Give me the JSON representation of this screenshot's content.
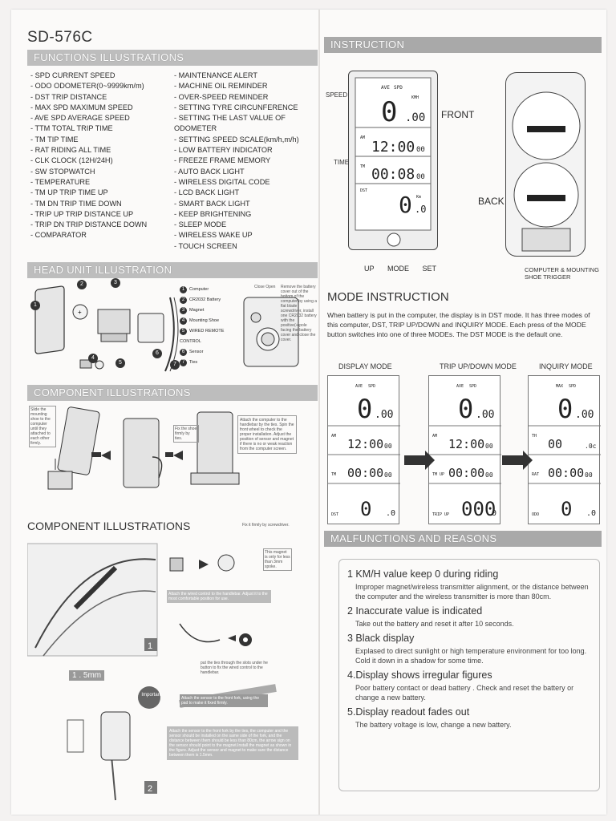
{
  "left": {
    "model": "SD-576C",
    "functions_header": "FUNCTIONS ILLUSTRATIONS",
    "functions_col1": [
      "- SPD    CURRENT SPEED",
      "- ODO   ODOMETER(0~9999km/m)",
      "- DST    TRIP DISTANCE",
      "- MAX SPD   MAXIMUM SPEED",
      "- AVE SPD   AVERAGE SPEED",
      "- TTM   TOTAL TRIP TIME",
      "- TM     TIP TIME",
      "- RAT    RIDING ALL TIME",
      "- CLK    CLOCK (12H/24H)",
      "- SW    STOPWATCH",
      "- TEMPERATURE",
      "- TM UP   TRIP TIME UP",
      "- TM DN   TRIP TIME DOWN",
      "- TRIP UP   TRIP DISTANCE UP",
      "- TRIP DN   TRIP DISTANCE DOWN",
      "-         COMPARATOR"
    ],
    "functions_col2": [
      "- MAINTENANCE ALERT",
      "- MACHINE OIL REMINDER",
      "- OVER-SPEED REMINDER",
      "- SETTING TYRE CIRCUNFERENCE",
      "- SETTING THE LAST VALUE OF ODOMETER",
      "- SETTING SPEED SCALE(km/h,m/h)",
      "- LOW BATTERY INDICATOR",
      "- FREEZE FRAME MEMORY",
      "- AUTO BACK LIGHT",
      "- WIRELESS DIGITAL CODE",
      "- LCD BACK LIGHT",
      "- SMART BACK LIGHT",
      "- KEEP BRIGHTENING",
      "- SLEEP MODE",
      "- WIRELESS WAKE UP",
      "- TOUCH SCREEN"
    ],
    "head_unit_header": "HEAD UNIT ILLUSTRATION",
    "parts": [
      "Computer",
      "CR2032 Battery",
      "Magnet",
      "Mounting Shoe",
      "WIRED REMOTE CONTROL",
      "Sensor",
      "Ties"
    ],
    "battery_note": "Remove the battery cover out of the bottom of the computer by using a flat blade screwdriver, install one CR2032 battery with the positive(+)pole facing the battery cover and close the cover.",
    "battery_labels": [
      "Close",
      "Open"
    ],
    "component_header_1": "COMPONENT ILLUSTRATIONS",
    "slide_note": "Slide the mounting shoe to the computer until they attached to each other firmly.",
    "fix_ties_note": "Fix the shoe firmly by ties.",
    "attach_note": "Attach the computer to the handlebar by the ties. Spin the front wheel to check the proper installation. Adjust the position of sensor and magnet if there is no or weak reaction from the computer screen.",
    "component_header_2": "COMPONENT ILLUSTRATIONS",
    "screwdriver_note": "Fix it firmly by screwdriver.",
    "magnet_note": "This magnet is only for less than 3mm spoke.",
    "remote_note": "Attach the wired control to the handlebar. Adjust it to the most comfortable position for use.",
    "ties_note": "put the ties through the slots under he button to fix the wired control to the handlebar.",
    "sensor_note": "Attach the sensor to the front fork, using the pad to make it fixed firmly.",
    "fork_note": "Attach the sensor to the front fork by the ties, the computer and the sensor should be installed on the same side of the fork, and the distance between them should be less than 80cm, the arrow sign on the sensor should point to the magnet.Install the magnet as shown in the figure. Adjust the sensor and magnet to make sure the distance between them is 1.5mm.",
    "important_label": "Important",
    "distance_label": "1 . 5mm",
    "step_1": "1",
    "step_2": "2",
    "numbers": [
      "1",
      "2",
      "3",
      "4",
      "5",
      "6",
      "7"
    ]
  },
  "right": {
    "instruction_header": "INSTRUCTION",
    "front_label": "FRONT",
    "back_label": "BACK",
    "speed_label": "SPEED",
    "time_label": "TIME",
    "button_labels": [
      "UP",
      "MODE",
      "SET"
    ],
    "mount_caption": "COMPUTER & MOUNTING SHOE TRIGGER",
    "lcd": {
      "ave": "AVE",
      "spd": "SPD",
      "kmh": "KMH",
      "am": "AM",
      "tm": "TM",
      "dst": "DST",
      "km": "Km",
      "speed": "0",
      "speed_dec": ".00",
      "clock": "12:00",
      "clock_sec": "00",
      "tm_val": "00:08",
      "tm_sec": "00",
      "dst_val": "0",
      "dst_dec": ".0"
    },
    "mode_title": "MODE INSTRUCTION",
    "mode_text": "When battery is put in the computer, the display is in DST mode. It has three modes of this computer, DST, TRIP UP/DOWN and INQUIRY MODE. Each press of the MODE button switches into one of three MODEs. The DST MODE is the default one.",
    "modes": [
      {
        "label": "DISPLAY MODE",
        "tag1": "AVE",
        "tag2": "SPD",
        "speed": "0",
        "speed_dec": ".00",
        "row2_tag": "AM",
        "row2": "12:00",
        "row2s": "00",
        "row3_tag": "TM",
        "row3": "00:00",
        "row3s": "00",
        "row4_tag": "DST",
        "row4": "0",
        "row4d": ".0"
      },
      {
        "label": "TRIP UP/DOWN  MODE",
        "tag1": "AVE",
        "tag2": "SPD",
        "speed": "0",
        "speed_dec": ".00",
        "row2_tag": "AM",
        "row2": "12:00",
        "row2s": "00",
        "row3_tag": "TM UP",
        "row3": "00:00",
        "row3s": "00",
        "row4_tag": "TRIP UP",
        "row4": "000",
        "row4d": ".0"
      },
      {
        "label": "INQUIRY MODE",
        "tag1": "MAX",
        "tag2": "SPD",
        "speed": "0",
        "speed_dec": ".00",
        "row2_tag": "TH",
        "row2": "00",
        "row2s": ".0c",
        "row3_tag": "RAT",
        "row3": "00:00",
        "row3s": "00",
        "row4_tag": "ODO",
        "row4": "0",
        "row4d": ".0"
      }
    ],
    "malfunction_header": "MALFUNCTIONS AND REASONS",
    "malfunctions": [
      {
        "title": "1 KM/H value keep 0 during riding",
        "text": "Improper magnet/wireless transmitter alignment, or the distance between the computer and the wireless transmitter is more than 80cm."
      },
      {
        "title": "2 Inaccurate   value   is   indicated",
        "text": "Take out the battery and reset it after 10 seconds."
      },
      {
        "title": "3 Black display",
        "text": "Explased to direct sunlight or high temperature  environment for too long. Cold it down in a shadow for some time."
      },
      {
        "title": "4.Display shows irregular figures",
        "text": "Poor battery contact or dead battery . Check and reset the battery or change a new battery."
      },
      {
        "title": "5.Display readout fades out",
        "text": "The battery voltage is low, change a new battery."
      }
    ]
  }
}
